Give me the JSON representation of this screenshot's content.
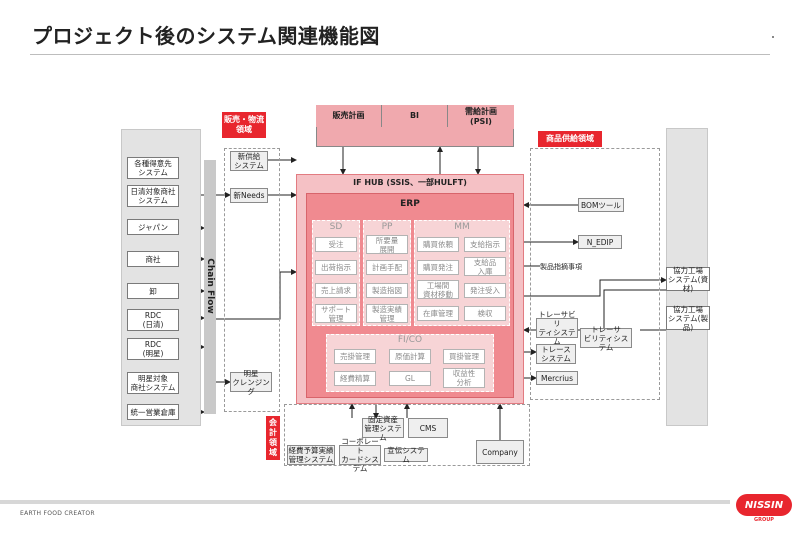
{
  "title": "プロジェクト後のシステム関連機能図",
  "left_systems": [
    "各種得意先\nシステム",
    "日清対象商社\nシステム",
    "ジャパン",
    "商社",
    "卸",
    "RDC\n(日清)",
    "RDC\n(明星)",
    "明星対象\n商社システム",
    "統一営業倉庫"
  ],
  "chain_flow_label": "Chain Flow",
  "sales_logistics": {
    "label": "販売・物流\n領域",
    "items": [
      "新供給\nシステム",
      "新Needs",
      "明星\nクレンジング"
    ]
  },
  "top_boxes": [
    "販売計画",
    "BI",
    "需給計画\n(PSI)"
  ],
  "if_hub_label": "IF HUB (SSIS、一部HULFT)",
  "erp": {
    "label": "ERP",
    "sd": {
      "label": "SD",
      "items": [
        "受注",
        "出荷指示",
        "売上請求",
        "サポート\n管理"
      ]
    },
    "pp": {
      "label": "PP",
      "items": [
        "所要量\n展開",
        "計画手配",
        "製造指図",
        "製造実績\n管理"
      ]
    },
    "mm": {
      "label": "MM",
      "items": [
        "購買依頼",
        "支給指示",
        "購買発注",
        "支給品\n入庫",
        "工場間\n資材移動",
        "発注受入",
        "在庫管理",
        "検収"
      ]
    },
    "fico": {
      "label": "FI/CO",
      "items": [
        "売掛管理",
        "原価計算",
        "買掛管理",
        "経費精算",
        "GL",
        "収益性\n分析"
      ]
    }
  },
  "product_supply": {
    "label": "商品供給領域",
    "items": [
      "BOMツール",
      "N_EDIP",
      "製品指摘事項",
      "トレーサビリ\nティシステム",
      "トレーサ\nビリティシステム",
      "トレース\nシステム",
      "Mercrius"
    ]
  },
  "right_systems": [
    "協力工場\nシステム(資材)",
    "協力工場\nシステム(製品)"
  ],
  "accounting": {
    "label": "会\n計\n領\n域",
    "items": [
      "経費予算実績\n管理システム",
      "コーポレート\nカードシステム",
      "固定資産\n管理システム",
      "CMS",
      "宣伝システム",
      "Company"
    ]
  },
  "footer_text": "EARTH FOOD CREATOR",
  "logo_text": "NISSIN",
  "logo_sub": "GROUP",
  "colors": {
    "accent_red": "#e8262e",
    "pink": "#f0a9ae",
    "hub": "#f5c1c5",
    "erp": "#f08a90"
  }
}
